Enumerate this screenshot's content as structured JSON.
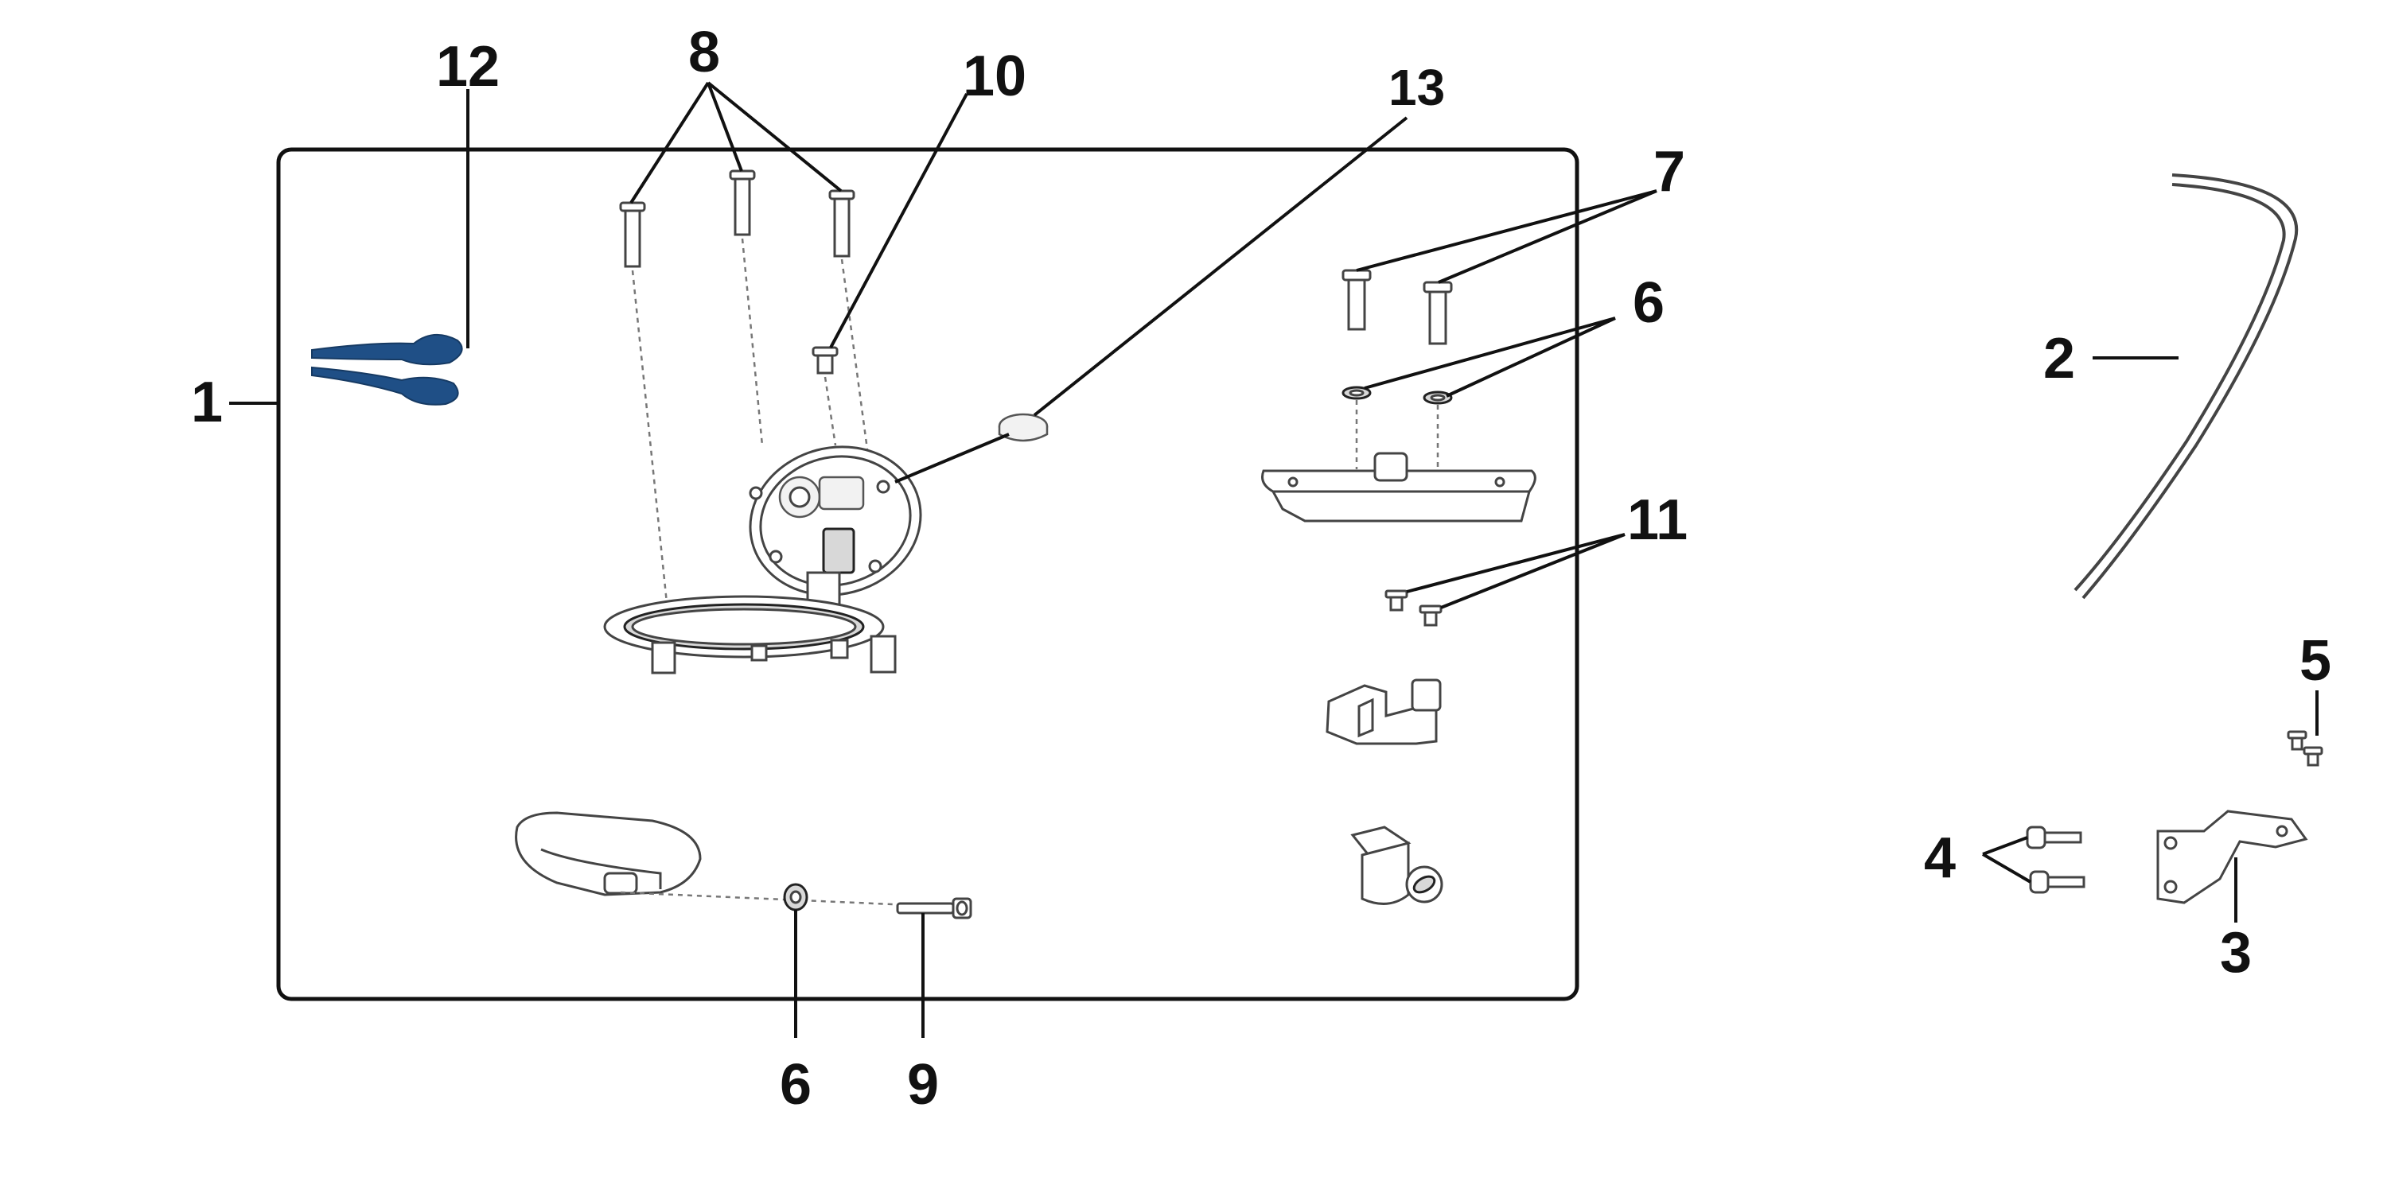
{
  "callouts": {
    "c1": "1",
    "c2": "2",
    "c3": "3",
    "c4": "4",
    "c5": "5",
    "c6_top": "6",
    "c6_bottom": "6",
    "c7": "7",
    "c8": "8",
    "c9": "9",
    "c10": "10",
    "c11": "11",
    "c12": "12",
    "c13": "13"
  },
  "colors": {
    "ink": "#111111",
    "part_outline": "#444444",
    "key_blue": "#1f4f86"
  }
}
